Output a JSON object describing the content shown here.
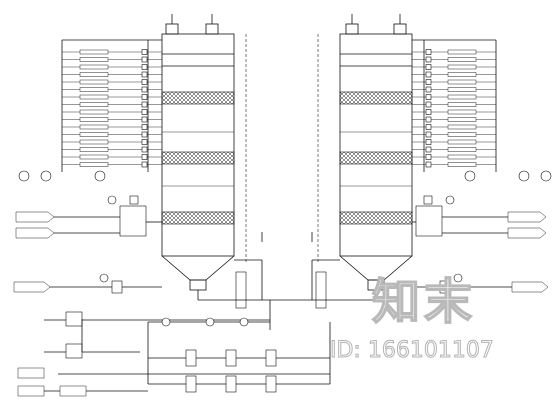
{
  "watermark": {
    "brand": "知末",
    "id_text": "ID: 166101107"
  },
  "diagram": {
    "kind": "process-flow drawing",
    "columns": [
      "left column",
      "right column"
    ],
    "unreadable_labels": "pipe tags, equipment tags and instrument balloons are too small to read at this resolution"
  },
  "colors": {
    "line": "#111111",
    "watermark": "#b9b9b9"
  }
}
